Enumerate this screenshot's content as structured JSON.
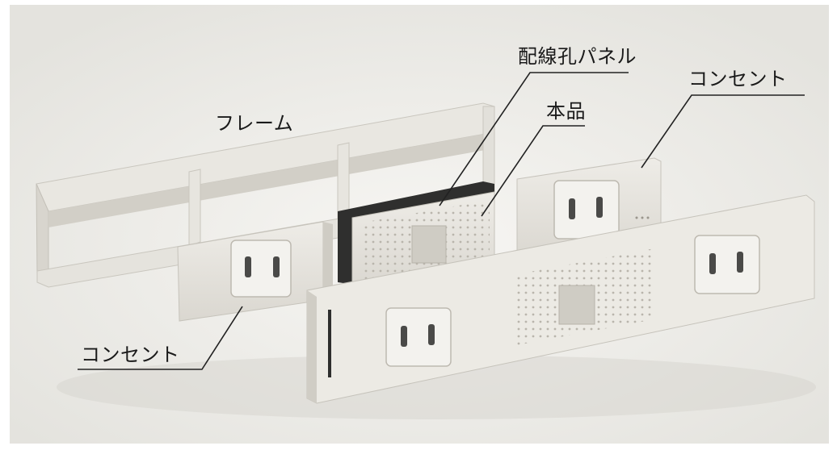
{
  "labels": {
    "frame": "フレーム",
    "wiring_hole_panel": "配線孔パネル",
    "main_unit": "本品",
    "outlet_right": "コンセント",
    "outlet_left": "コンセント"
  },
  "colors": {
    "background": "#eeede9",
    "plate": "#e6e4de",
    "plate_shade": "#cfccc4",
    "outlet_face": "#f3f2ee",
    "leader_line": "#222222"
  }
}
